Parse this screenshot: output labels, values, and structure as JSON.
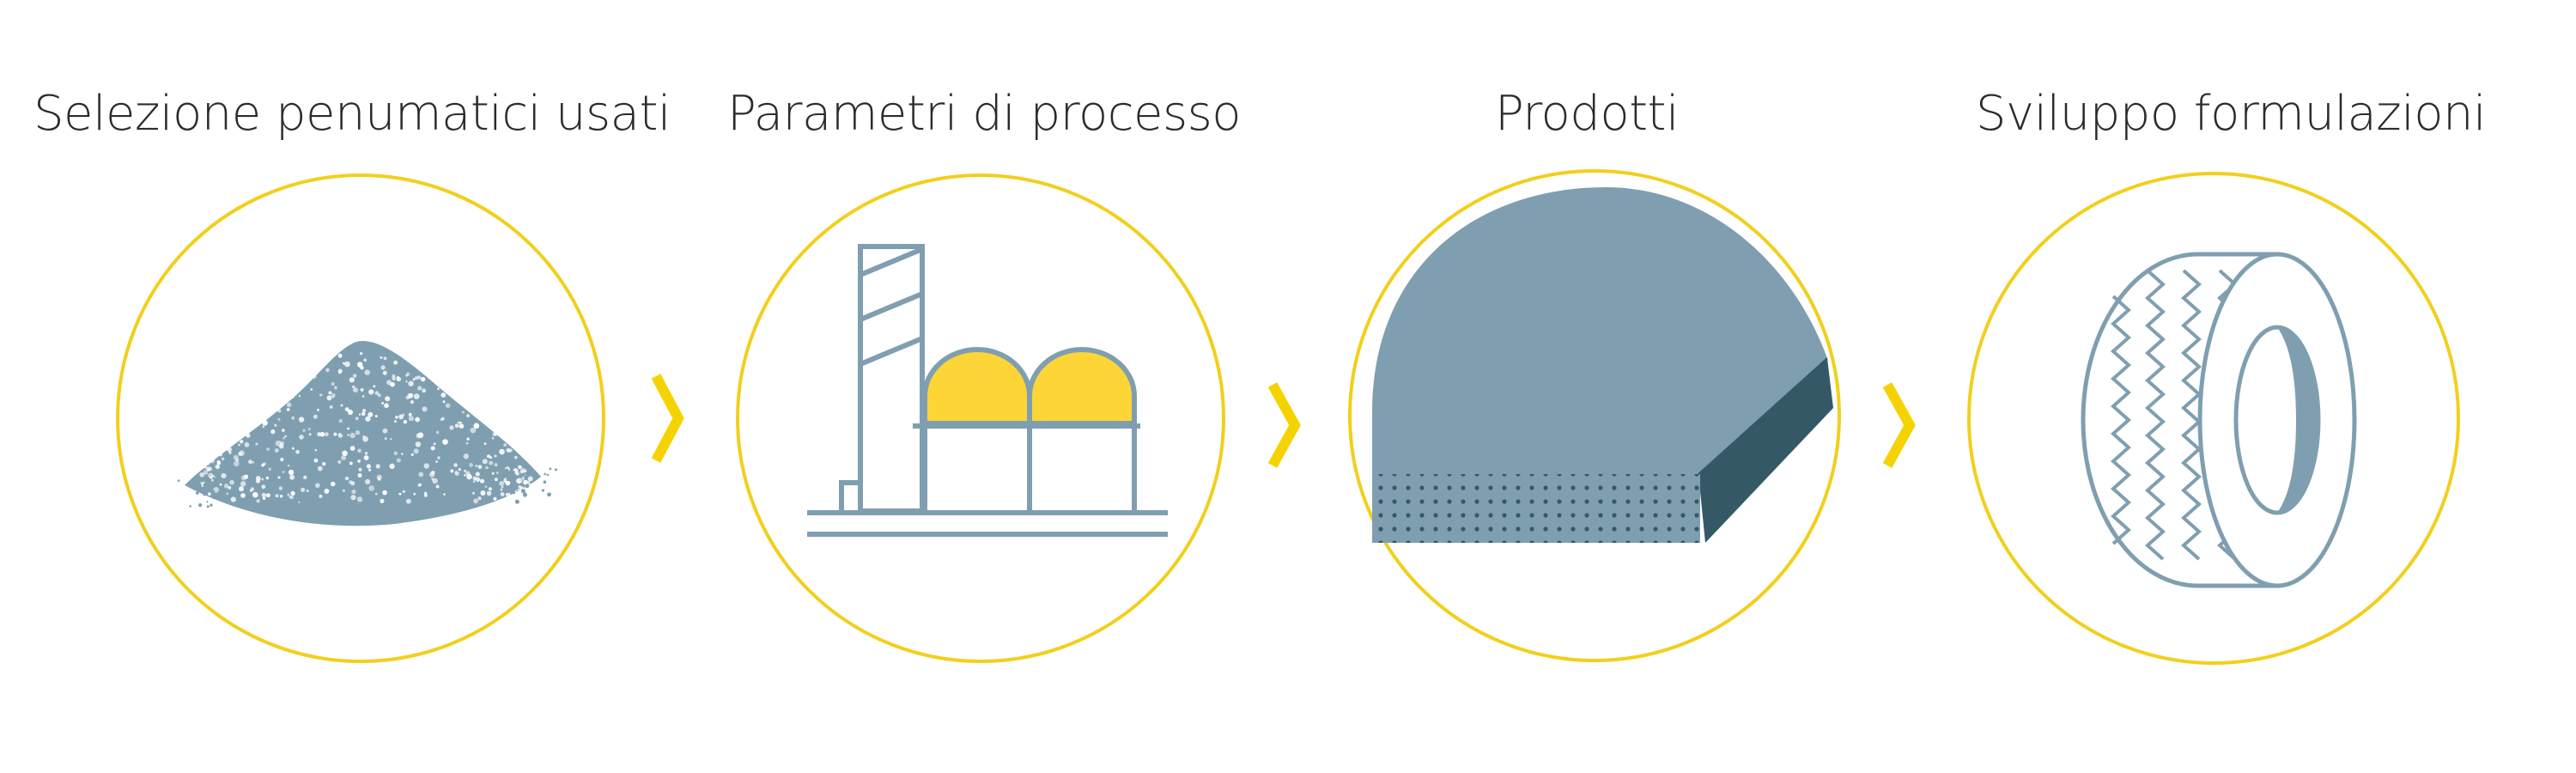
{
  "steps": [
    {
      "label": "Selezione penumatici usati",
      "icon": "rubber-granules-pile-icon"
    },
    {
      "label": "Parametri di processo",
      "icon": "processing-plant-icon"
    },
    {
      "label": "Prodotti",
      "icon": "rubber-sheet-icon"
    },
    {
      "label": "Sviluppo formulazioni",
      "icon": "tire-icon"
    }
  ],
  "arrows": [
    {
      "icon": "chevron-right-icon"
    },
    {
      "icon": "chevron-right-icon"
    },
    {
      "icon": "chevron-right-icon"
    }
  ],
  "colors": {
    "ring": "#f2cf1c",
    "accent_yellow": "#fdd537",
    "arrow_yellow": "#f5d300",
    "steel_blue": "#7f9fb1",
    "dark_slate": "#355866",
    "text": "#2b2b2b"
  }
}
